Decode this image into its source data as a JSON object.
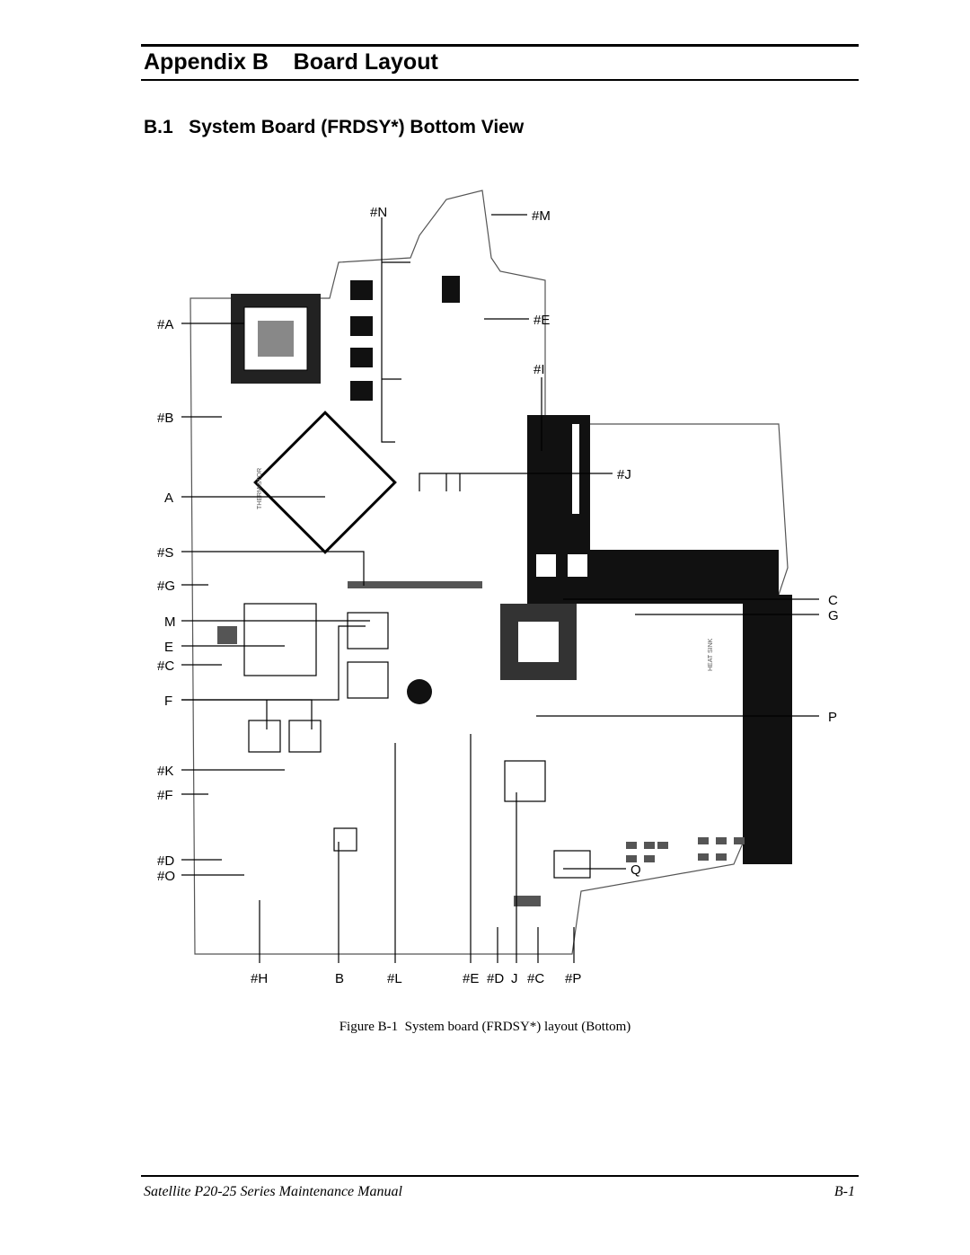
{
  "header": {
    "appendix_title": "Appendix B    Board Layout",
    "section_heading": "B.1   System Board (FRDSY*) Bottom View"
  },
  "figure": {
    "callouts_left": [
      "#A",
      "#B",
      "A",
      "#S",
      "#G",
      "M",
      "E",
      "#C",
      "F",
      "#K",
      "#F",
      "#D",
      "#O"
    ],
    "callouts_top": [
      "#N",
      "#M",
      "#E",
      "#I",
      "#J"
    ],
    "callouts_right": [
      "C",
      "G",
      "P",
      "Q"
    ],
    "callouts_bottom": [
      "#H",
      "B",
      "#L",
      "#E",
      "#D",
      "J",
      "#C",
      "#P"
    ],
    "board_labels": [
      "THERMISTOR",
      "HEAT SINK"
    ]
  },
  "caption": "Figure B-1  System board (FRDSY*) layout (Bottom)",
  "footer": {
    "manual_title": "Satellite P20-25 Series Maintenance Manual",
    "page_number": "B-1"
  }
}
